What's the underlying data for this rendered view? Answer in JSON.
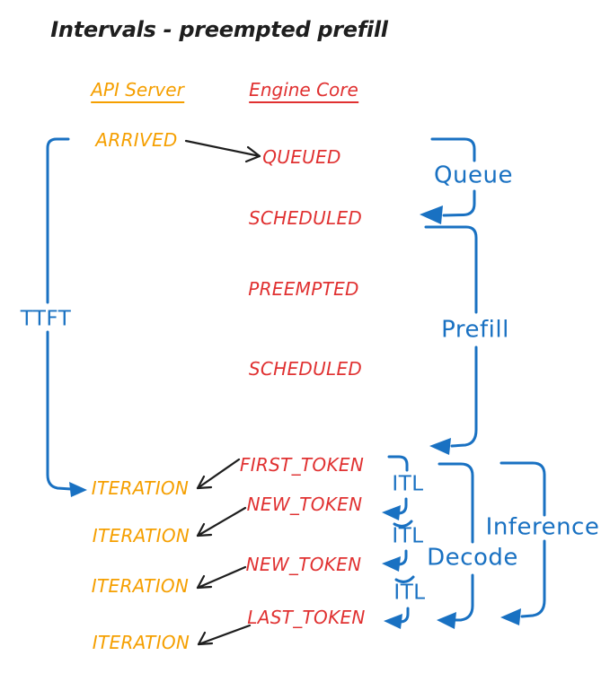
{
  "title": "Intervals - preempted prefill",
  "columns": {
    "api_server": {
      "label": "API Server"
    },
    "engine_core": {
      "label": "Engine Core"
    }
  },
  "events": {
    "api_server": {
      "arrived": "ARRIVED",
      "iteration_1": "ITERATION",
      "iteration_2": "ITERATION",
      "iteration_3": "ITERATION",
      "iteration_4": "ITERATION"
    },
    "engine_core": {
      "queued": "QUEUED",
      "scheduled_1": "SCHEDULED",
      "preempted": "PREEMPTED",
      "scheduled_2": "SCHEDULED",
      "first_token": "FIRST_TOKEN",
      "new_token_1": "NEW_TOKEN",
      "new_token_2": "NEW_TOKEN",
      "last_token": "LAST_TOKEN"
    }
  },
  "intervals": {
    "ttft": "TTFT",
    "queue": "Queue",
    "prefill": "Prefill",
    "itl_1": "ITL",
    "itl_2": "ITL",
    "itl_3": "ITL",
    "decode": "Decode",
    "inference": "Inference"
  },
  "colors": {
    "api_server": "#f59f00",
    "engine_core": "#e03131",
    "intervals": "#1971c2",
    "arrows": "#1e1e1e",
    "background": "#ffffff"
  }
}
